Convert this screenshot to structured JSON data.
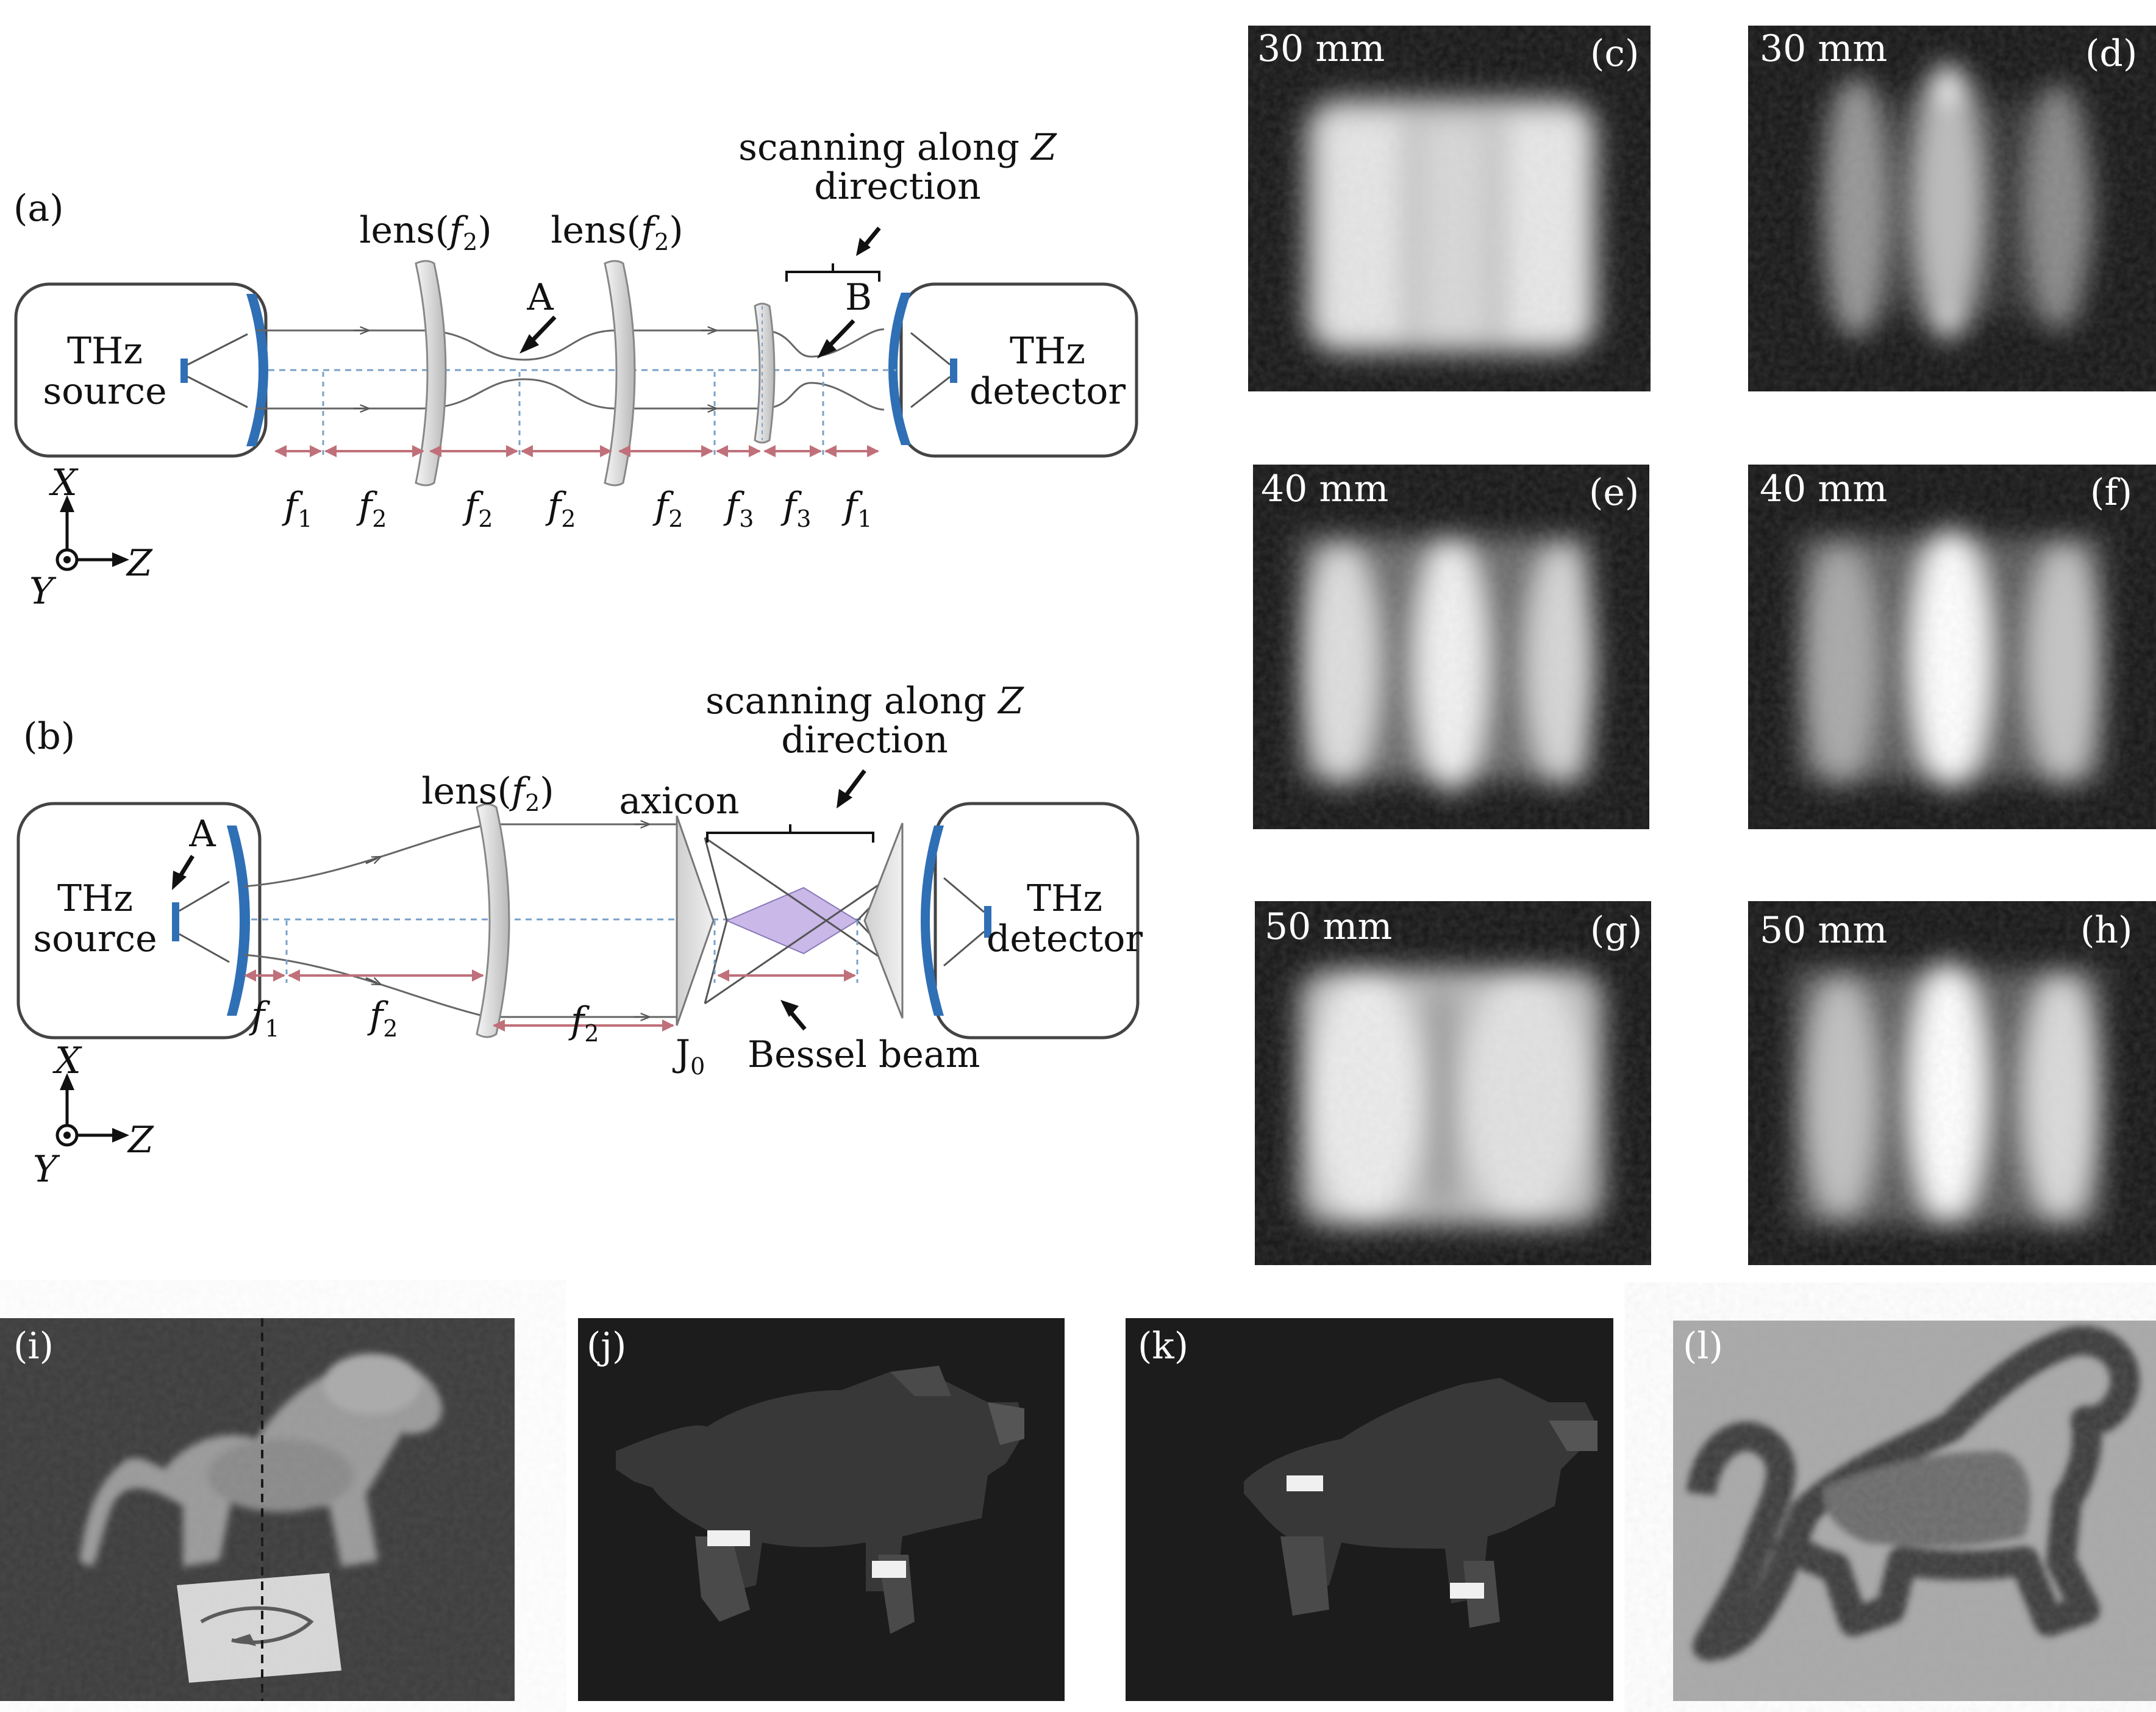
{
  "panel_a": {
    "letter": "(a)",
    "source_line1": "THz",
    "source_line2": "source",
    "detector_line1": "THz",
    "detector_line2": "detector",
    "lens1_label": "lens(f2)",
    "lens2_label": "lens(f2)",
    "scan_line1": "scanning along Z",
    "scan_line2": "direction",
    "point_a": "A",
    "point_b": "B",
    "distances": [
      "f1",
      "f2",
      "f2",
      "f2",
      "f2",
      "f3",
      "f3",
      "f1"
    ],
    "axis_x": "X",
    "axis_y": "Y",
    "axis_z": "Z"
  },
  "panel_b": {
    "letter": "(b)",
    "source_line1": "THz",
    "source_line2": "source",
    "detector_line1": "THz",
    "detector_line2": "detector",
    "lens_label": "lens(f2)",
    "axicon_label": "axicon",
    "scan_line1": "scanning along Z",
    "scan_line2": "direction",
    "point_a": "A",
    "j0_label": "J0",
    "bessel_label": "Bessel beam",
    "distances": [
      "f1",
      "f2",
      "f2"
    ],
    "axis_x": "X",
    "axis_y": "Y",
    "axis_z": "Z"
  },
  "beam_images": [
    {
      "letter": "(c)",
      "distance": "30 mm"
    },
    {
      "letter": "(d)",
      "distance": "30 mm"
    },
    {
      "letter": "(e)",
      "distance": "40 mm"
    },
    {
      "letter": "(f)",
      "distance": "40 mm"
    },
    {
      "letter": "(g)",
      "distance": "50 mm"
    },
    {
      "letter": "(h)",
      "distance": "50 mm"
    }
  ],
  "bottom_images": [
    {
      "letter": "(i)"
    },
    {
      "letter": "(j)"
    },
    {
      "letter": "(k)"
    },
    {
      "letter": "(l)"
    }
  ],
  "colors": {
    "mirror_blue": "#2f6fb5",
    "dim_arrow": "#c0707a",
    "dashed_axis": "#7aa0c8",
    "bessel_fill": "#c9b8e8"
  }
}
